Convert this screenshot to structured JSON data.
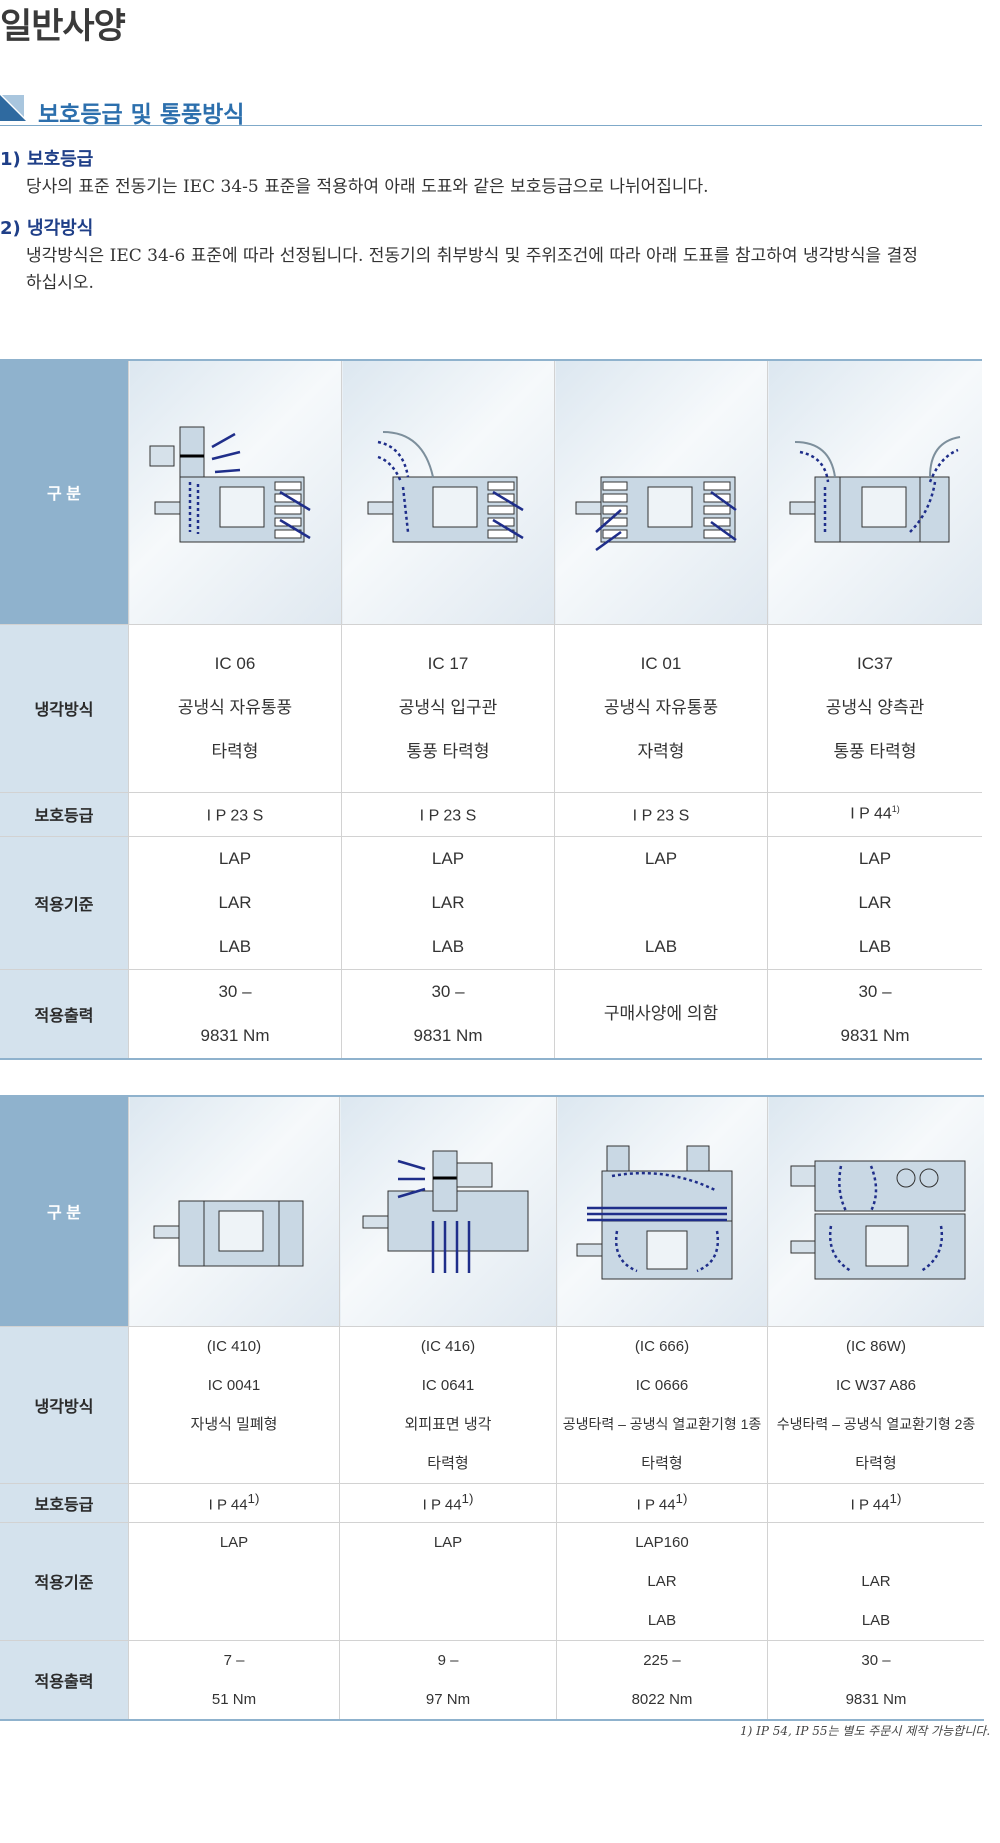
{
  "page_title": "일반사양",
  "section_title": "보호등급 및 통풍방식",
  "items": [
    {
      "title": "1) 보호등급",
      "body": "당사의 표준 전동기는 IEC 34-5 표준을 적용하여 아래 도표와 같은 보호등급으로 나뉘어집니다."
    },
    {
      "title": "2) 냉각방식",
      "body": "냉각방식은 IEC 34-6 표준에 따라 선정됩니다. 전동기의 취부방식 및 주위조건에 따라 아래 도표를 참고하여 냉각방식을 결정 하십시오."
    }
  ],
  "row_headers": {
    "category": "구 분",
    "cooling": "냉각방식",
    "protection": "보호등급",
    "standard": "적용기준",
    "output": "적용출력"
  },
  "table1": {
    "columns": [
      {
        "icon": "motor-ic06-icon",
        "cooling": [
          "IC 06",
          "공냉식 자유통풍",
          "타력형"
        ],
        "protection": "I P  23  S",
        "sup": "",
        "standard": [
          "LAP",
          "LAR",
          "LAB"
        ],
        "output": [
          "30 –",
          "9831 Nm"
        ]
      },
      {
        "icon": "motor-ic17-icon",
        "cooling": [
          "IC 17",
          "공냉식 입구관",
          "통풍 타력형"
        ],
        "protection": "I P  23  S",
        "sup": "",
        "standard": [
          "LAP",
          "LAR",
          "LAB"
        ],
        "output": [
          "30 –",
          "9831 Nm"
        ]
      },
      {
        "icon": "motor-ic01-icon",
        "cooling": [
          "IC 01",
          "공냉식 자유통풍",
          "자력형"
        ],
        "protection": "I P  23  S",
        "sup": "",
        "standard": [
          "LAP",
          "",
          "LAB"
        ],
        "output": [
          "구매사양에 의함"
        ]
      },
      {
        "icon": "motor-ic37-icon",
        "cooling": [
          "IC37",
          "공냉식 양측관",
          "통풍 타력형"
        ],
        "protection": "I P  44",
        "sup": "1)",
        "standard": [
          "LAP",
          "LAR",
          "LAB"
        ],
        "output": [
          "30 –",
          "9831 Nm"
        ]
      }
    ]
  },
  "table2": {
    "columns": [
      {
        "icon": "motor-ic410-icon",
        "cooling": [
          "(IC 410)",
          "IC 0041",
          "자냉식 밀폐형",
          ""
        ],
        "protection": "I P  44",
        "sup": "1)",
        "standard": [
          "LAP",
          "",
          ""
        ],
        "output": [
          "7 –",
          "51 Nm"
        ]
      },
      {
        "icon": "motor-ic416-icon",
        "cooling": [
          "(IC 416)",
          "IC 0641",
          "외피표면 냉각",
          "타력형"
        ],
        "protection": "I P  44",
        "sup": "1)",
        "standard": [
          "LAP",
          "",
          ""
        ],
        "output": [
          "9 –",
          "97 Nm"
        ]
      },
      {
        "icon": "motor-ic666-icon",
        "cooling": [
          "(IC 666)",
          "IC 0666",
          "공냉타력 – 공냉식 열교환기형 1종",
          "타력형"
        ],
        "protection": "I P  44",
        "sup": "1)",
        "standard": [
          "LAP160",
          "LAR",
          "LAB"
        ],
        "output": [
          "225 –",
          "8022 Nm"
        ]
      },
      {
        "icon": "motor-ic86w-icon",
        "cooling": [
          "(IC 86W)",
          "IC W37 A86",
          "수냉타력 – 공냉식 열교환기형 2종",
          "타력형"
        ],
        "protection": "I P  44",
        "sup": "1)",
        "standard": [
          "",
          "LAR",
          "LAB"
        ],
        "output": [
          "30 –",
          "9831 Nm"
        ]
      }
    ]
  },
  "footnote": "1) IP 54, IP 55는 별도 주문시 제작 가능합니다.",
  "colors": {
    "accent": "#2c6fad",
    "header_dark": "#8fb2cd",
    "header_light": "#d4e2ed",
    "arrow": "#1f2e8a"
  }
}
